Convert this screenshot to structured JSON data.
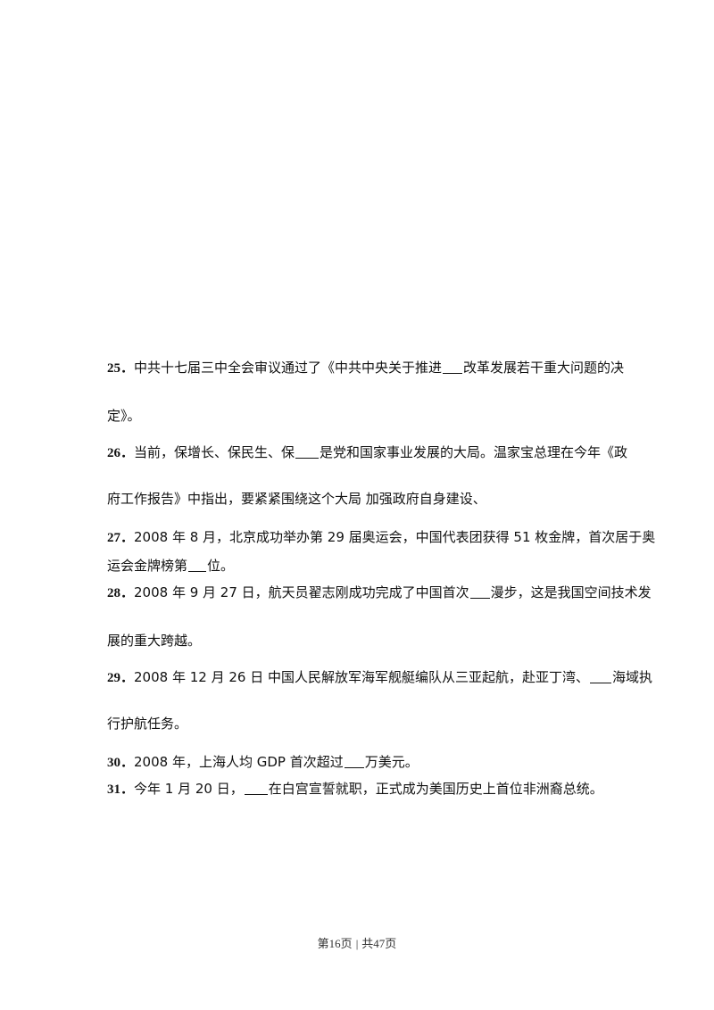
{
  "questions": [
    {
      "number": "25．",
      "line1_a": "中共十七届三中全会审议通过了《中共中央关于推进",
      "line1_b": "改革发展若干重大问题的决",
      "line2": "定》。"
    },
    {
      "number": "26．",
      "line1_a": "当前，保增长、保民生、保",
      "line1_b": "是党和国家事业发展的大局。温家宝总理在今年《政",
      "line2": "府工作报告》中指出，要紧紧围绕这个大局 加强政府自身建设、"
    },
    {
      "number": "27．",
      "line1": "2008 年 8 月，北京成功举办第 29 届奥运会，中国代表团获得 51 枚金牌，首次居于奥",
      "line2_a": "运会金牌榜第",
      "line2_b": "位。"
    },
    {
      "number": "28．",
      "line1_a": "2008 年 9 月 27 日，航天员翟志刚成功完成了中国首次",
      "line1_b": "漫步，这是我国空间技术发",
      "line2": "展的重大跨越。"
    },
    {
      "number": "29．",
      "line1_a": "2008 年 12 月 26 日 中国人民解放军海军舰艇编队从三亚起航，赴亚丁湾、",
      "line1_b": "海域执",
      "line2": "行护航任务。"
    },
    {
      "number": "30．",
      "line1_a": "2008 年，上海人均 GDP 首次超过",
      "line1_b": "万美元。"
    },
    {
      "number": "31．",
      "line1_a": "今年 1 月 20 日，",
      "line1_b": "在白宫宣誓就职，正式成为美国历史上首位非洲裔总统。"
    }
  ],
  "footer": {
    "page": "第16页",
    "separator": "|",
    "total": "共47页"
  }
}
